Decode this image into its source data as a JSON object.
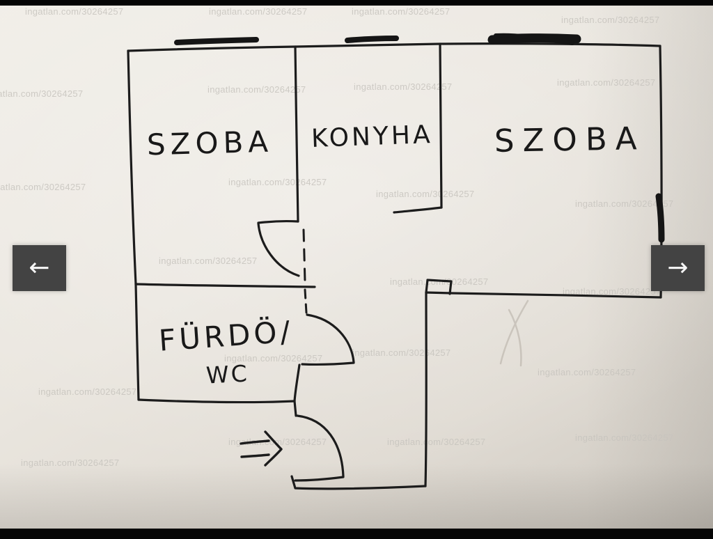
{
  "viewer": {
    "prev_icon": "←",
    "next_icon": "→"
  },
  "watermark": {
    "text": "ingatlan.com/30264257"
  },
  "floorplan": {
    "rooms": [
      {
        "label": "SZOBA"
      },
      {
        "label": "KONYHA"
      },
      {
        "label": "SZOBA"
      },
      {
        "label": "FÜRDÖ/"
      },
      {
        "label": "WC"
      }
    ]
  },
  "colors": {
    "paper": "#eae6df",
    "ink": "#1c1c1c",
    "nav_background": "#434343",
    "watermark_gray": "#c7c4be"
  }
}
